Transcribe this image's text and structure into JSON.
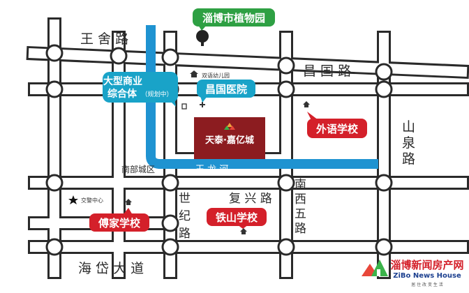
{
  "roads": {
    "wangshe": "王 舍 路",
    "changguo": "昌 国 路",
    "shanquan": [
      "山",
      "泉",
      "路"
    ],
    "nanxiwu": [
      "南",
      "西",
      "五",
      "路"
    ],
    "fuxing": "复 兴 路",
    "shiji": [
      "世",
      "纪",
      "路"
    ],
    "haidai": "海 岱 大 道"
  },
  "river": "玉 龙 河",
  "districts": {
    "nanbu": "南部城区"
  },
  "labels": {
    "botanical_garden": "淄博市植物园",
    "commercial_complex_line1": "大型商业",
    "commercial_complex_line2": "综合体",
    "commercial_complex_note": "（规划中）",
    "hospital": "昌国医院",
    "kindergarten": "双语幼儿园",
    "foreign_lang_school": "外语学校",
    "fujia_school": "傅家学校",
    "tieshan_school": "铁山学校",
    "police_center": "交警中心"
  },
  "project": {
    "name": "天泰·嘉亿城",
    "tagline": ""
  },
  "watermark": {
    "brand": "淄博新闻房产网",
    "english": "ZiBo News House",
    "slogan": "居 住 改 变 生 活"
  },
  "colors": {
    "road_outline": "#2a2a2a",
    "river": "#1f93d1",
    "green_label": "#2ea043",
    "teal_label": "#19a3c8",
    "red_label": "#d4202a",
    "project_bg": "#8c1c20"
  }
}
